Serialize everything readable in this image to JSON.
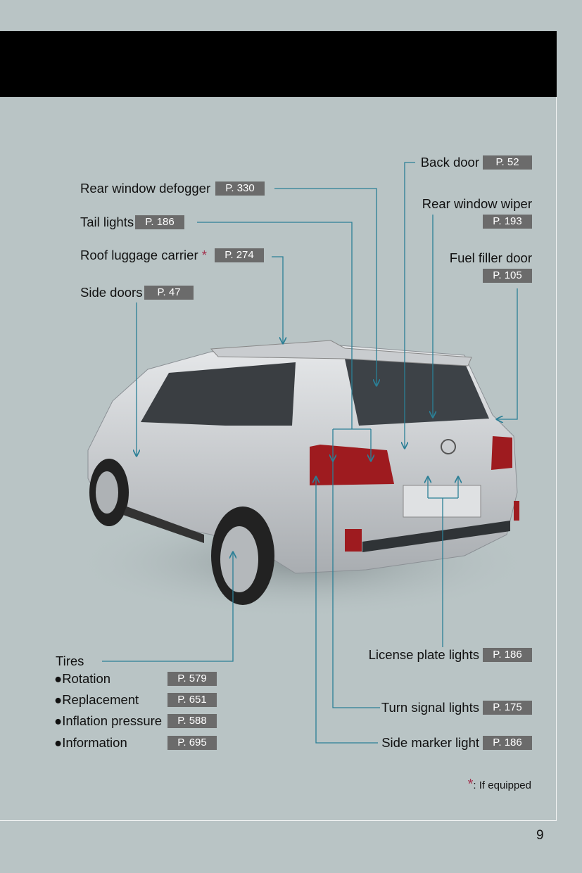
{
  "page_number": "9",
  "callouts": {
    "rear_window_defogger": {
      "label": "Rear window defogger",
      "page": "P. 330"
    },
    "tail_lights": {
      "label": "Tail lights",
      "page": "P. 186"
    },
    "roof_luggage_carrier": {
      "label": "Roof luggage carrier",
      "mark": "*",
      "page": "P. 274"
    },
    "side_doors": {
      "label": "Side doors",
      "page": "P. 47"
    },
    "back_door": {
      "label": "Back door",
      "page": "P. 52"
    },
    "rear_window_wiper": {
      "label": "Rear window wiper",
      "page": "P. 193"
    },
    "fuel_filler_door": {
      "label": "Fuel filler door",
      "page": "P. 105"
    },
    "license_plate_lights": {
      "label": "License plate lights",
      "page": "P. 186"
    },
    "turn_signal_lights": {
      "label": "Turn signal lights",
      "page": "P. 175"
    },
    "side_marker_light": {
      "label": "Side marker light",
      "page": "P. 186"
    }
  },
  "tires": {
    "title": "Tires",
    "items": [
      {
        "label": "Rotation",
        "page": "P. 579"
      },
      {
        "label": "Replacement",
        "page": "P. 651"
      },
      {
        "label": "Inflation pressure",
        "page": "P. 588"
      },
      {
        "label": "Information",
        "page": "P. 695"
      }
    ]
  },
  "footnote": {
    "mark": "*",
    "text": ": If equipped"
  },
  "colors": {
    "background": "#b9c4c5",
    "leader": "#2b7f96",
    "page_box": "#6b6b6b",
    "asterisk": "#a3314d"
  }
}
